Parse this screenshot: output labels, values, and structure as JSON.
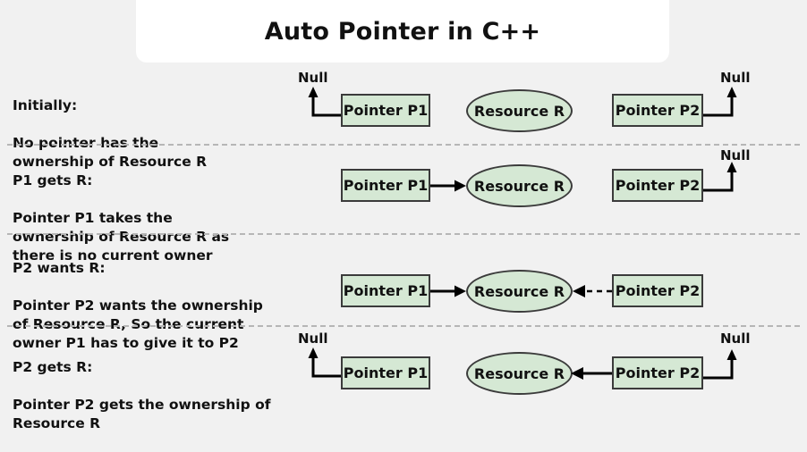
{
  "header": {
    "title": "Auto Pointer in C++"
  },
  "theme": {
    "background": "#f1f1f1",
    "title_card_background": "#ffffff",
    "node_fill": "#d5e8d4",
    "node_border": "#3b3b3b",
    "text_color": "#111111",
    "separator_color": "#b6b6b6",
    "arrow_color": "#000000"
  },
  "labels": {
    "pointer_p1": "Pointer P1",
    "pointer_p2": "Pointer P2",
    "resource_r": "Resource R",
    "null": "Null"
  },
  "rows": [
    {
      "id": "initially",
      "heading": "Initially:",
      "body": "No pointer has the\nownership of Resource R",
      "p1": "Pointer P1",
      "p2": "Pointer P2",
      "resource": "Resource R",
      "null_left": "Null",
      "null_right": "Null",
      "p1_to_resource": false,
      "p2_to_resource": false,
      "p2_to_resource_style": "none"
    },
    {
      "id": "p1-gets-r",
      "heading": "P1 gets R:",
      "body": "Pointer P1 takes the\nownership of Resource R as\nthere is no current owner",
      "p1": "Pointer P1",
      "p2": "Pointer P2",
      "resource": "Resource R",
      "null_left": "",
      "null_right": "Null",
      "p1_to_resource": true,
      "p2_to_resource": false,
      "p2_to_resource_style": "none"
    },
    {
      "id": "p2-wants-r",
      "heading": "P2 wants R:",
      "body": "Pointer P2 wants the ownership\nof Resource R, So the current\nowner P1 has to give it to P2",
      "p1": "Pointer P1",
      "p2": "Pointer P2",
      "resource": "Resource R",
      "null_left": "",
      "null_right": "",
      "p1_to_resource": true,
      "p2_to_resource": true,
      "p2_to_resource_style": "dashed"
    },
    {
      "id": "p2-gets-r",
      "heading": "P2 gets R:",
      "body": "Pointer P2 gets the ownership of\nResource R",
      "p1": "Pointer P1",
      "p2": "Pointer P2",
      "resource": "Resource R",
      "null_left": "Null",
      "null_right": "Null",
      "p1_to_resource": false,
      "p2_to_resource": true,
      "p2_to_resource_style": "solid"
    }
  ]
}
